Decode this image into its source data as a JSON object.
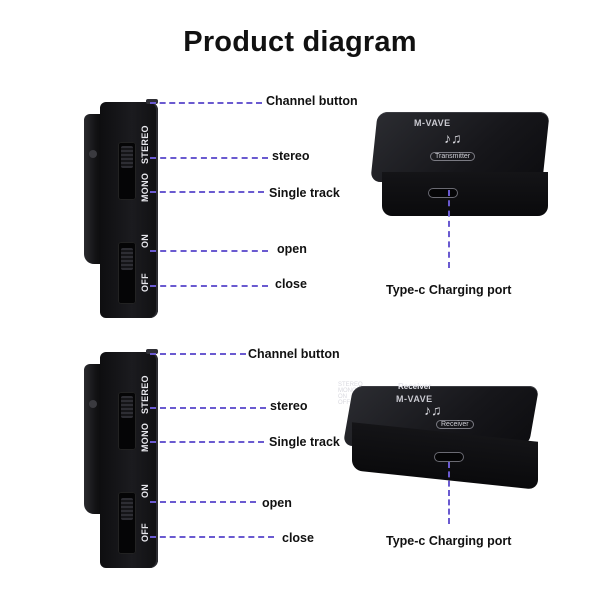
{
  "title": "Product diagram",
  "top": {
    "labels": {
      "channel": "Channel button",
      "stereo": "stereo",
      "single": "Single track",
      "open": "open",
      "close": "close",
      "port": "Type-c Charging port"
    },
    "side_print": {
      "stereo": "STEREO",
      "mono": "MONO",
      "on": "ON",
      "off": "OFF"
    },
    "device": {
      "brand": "M-VAVE",
      "tag": "Transmitter"
    }
  },
  "bottom": {
    "labels": {
      "channel": "Channel button",
      "stereo": "stereo",
      "single": "Single track",
      "open": "open",
      "close": "close",
      "port": "Type-c Charging port"
    },
    "side_print": {
      "stereo": "STEREO",
      "mono": "MONO",
      "on": "ON",
      "off": "OFF"
    },
    "device": {
      "brand": "M-VAVE",
      "tag": "Receiver",
      "top_tag": "Receiver",
      "side_print": [
        "STEREO",
        "MONO",
        "ON",
        "OFF"
      ]
    }
  },
  "colors": {
    "leader": "#6a5ad0",
    "device": "#141417",
    "text": "#111111"
  },
  "icons": {
    "logo": "music-note-icon"
  }
}
